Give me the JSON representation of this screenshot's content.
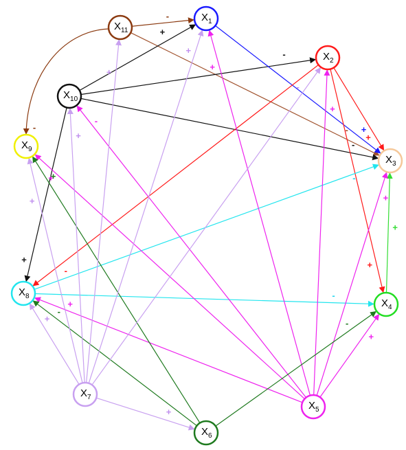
{
  "nodes": [
    {
      "id": "X1",
      "base": "X",
      "sub": "1",
      "color": "#1a1aff"
    },
    {
      "id": "X2",
      "base": "X",
      "sub": "2",
      "color": "#ff1a1a"
    },
    {
      "id": "X3",
      "base": "X",
      "sub": "3",
      "color": "#f5c89a"
    },
    {
      "id": "X4",
      "base": "X",
      "sub": "4",
      "color": "#22dd22"
    },
    {
      "id": "X5",
      "base": "X",
      "sub": "5",
      "color": "#ee22ee"
    },
    {
      "id": "X6",
      "base": "X",
      "sub": "6",
      "color": "#1f7a1f"
    },
    {
      "id": "X7",
      "base": "X",
      "sub": "7",
      "color": "#c8a0f0"
    },
    {
      "id": "X8",
      "base": "X",
      "sub": "8",
      "color": "#22e5ee"
    },
    {
      "id": "X9",
      "base": "X",
      "sub": "9",
      "color": "#f0f000"
    },
    {
      "id": "X10",
      "base": "X",
      "sub": "10",
      "color": "#111111"
    },
    {
      "id": "X11",
      "base": "X",
      "sub": "11",
      "color": "#8b3a10"
    }
  ],
  "edges": [
    {
      "from": "X11",
      "to": "X1",
      "sign": "-",
      "color": "#8b3a10"
    },
    {
      "from": "X11",
      "to": "X9",
      "sign": "-",
      "color": "#8b3a10",
      "curve": true
    },
    {
      "from": "X11",
      "to": "X3",
      "sign": "-",
      "color": "#a0522d"
    },
    {
      "from": "X10",
      "to": "X1",
      "sign": "+",
      "color": "#111111"
    },
    {
      "from": "X10",
      "to": "X2",
      "sign": "-",
      "color": "#111111"
    },
    {
      "from": "X10",
      "to": "X3",
      "sign": "-",
      "color": "#111111"
    },
    {
      "from": "X10",
      "to": "X8",
      "sign": "+",
      "color": "#111111"
    },
    {
      "from": "X1",
      "to": "X3",
      "sign": "+",
      "color": "#1a1aff"
    },
    {
      "from": "X2",
      "to": "X3",
      "sign": "+",
      "color": "#ff1a1a"
    },
    {
      "from": "X2",
      "to": "X4",
      "sign": "+",
      "color": "#ff1a1a"
    },
    {
      "from": "X2",
      "to": "X8",
      "sign": "-",
      "color": "#ff1a1a"
    },
    {
      "from": "X4",
      "to": "X3",
      "sign": "+",
      "color": "#33dd33"
    },
    {
      "from": "X8",
      "to": "X3",
      "sign": "-",
      "color": "#22e5ee"
    },
    {
      "from": "X8",
      "to": "X4",
      "sign": "-",
      "color": "#22e5ee"
    },
    {
      "from": "X5",
      "to": "X1",
      "sign": "+",
      "color": "#ee22ee"
    },
    {
      "from": "X5",
      "to": "X2",
      "sign": "+",
      "color": "#ee22ee"
    },
    {
      "from": "X5",
      "to": "X3",
      "sign": "+",
      "color": "#ee22ee"
    },
    {
      "from": "X5",
      "to": "X4",
      "sign": "+",
      "color": "#ee22ee"
    },
    {
      "from": "X5",
      "to": "X8",
      "sign": "+",
      "color": "#ee22ee"
    },
    {
      "from": "X5",
      "to": "X9",
      "sign": "+",
      "color": "#ee22ee"
    },
    {
      "from": "X5",
      "to": "X10",
      "sign": "-",
      "color": "#ee22ee"
    },
    {
      "from": "X6",
      "to": "X4",
      "sign": "-",
      "color": "#1f7a1f"
    },
    {
      "from": "X6",
      "to": "X8",
      "sign": "-",
      "color": "#1f7a1f"
    },
    {
      "from": "X6",
      "to": "X9",
      "sign": "+",
      "color": "#1f7a1f"
    },
    {
      "from": "X7",
      "to": "X1",
      "sign": "+",
      "color": "#c8a0f0"
    },
    {
      "from": "X7",
      "to": "X2",
      "sign": "-",
      "color": "#c8a0f0"
    },
    {
      "from": "X7",
      "to": "X6",
      "sign": "+",
      "color": "#c8a0f0"
    },
    {
      "from": "X7",
      "to": "X8",
      "sign": "+",
      "color": "#c8a0f0"
    },
    {
      "from": "X7",
      "to": "X9",
      "sign": "+",
      "color": "#c8a0f0"
    },
    {
      "from": "X7",
      "to": "X10",
      "sign": "+",
      "color": "#c8a0f0"
    },
    {
      "from": "X7",
      "to": "X11",
      "sign": "+",
      "color": "#c8a0f0"
    }
  ]
}
